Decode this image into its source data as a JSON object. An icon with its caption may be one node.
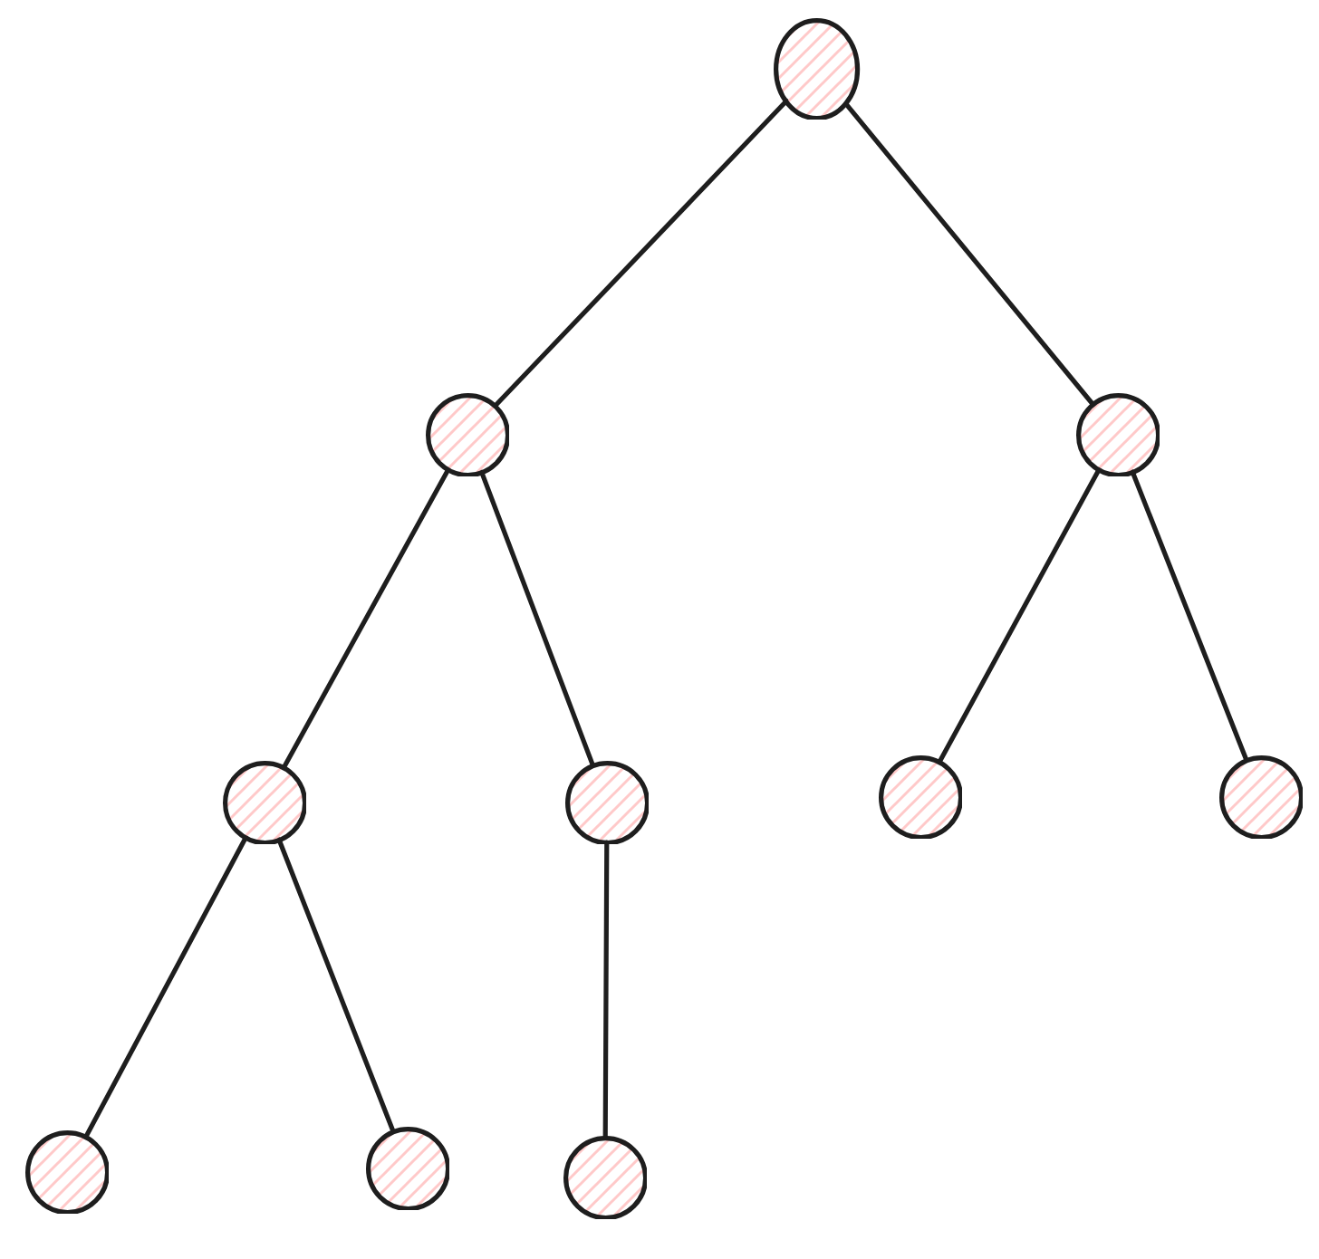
{
  "diagram": {
    "nodes": [
      {
        "text": [],
        "shape": "circle"
      },
      {
        "text": [],
        "shape": "circle"
      },
      {
        "text": [],
        "shape": "circle"
      },
      {
        "text": [],
        "shape": "circle"
      },
      {
        "text": [],
        "shape": "circle"
      },
      {
        "text": [],
        "shape": "circle"
      },
      {
        "text": [],
        "shape": "circle"
      },
      {
        "text": [],
        "shape": "circle"
      },
      {
        "text": [],
        "shape": "circle"
      },
      {
        "text": [],
        "shape": "circle"
      }
    ],
    "edges": [
      {
        "from": 0,
        "to": 1,
        "arrow": "none"
      },
      {
        "from": 0,
        "to": 2,
        "arrow": "none"
      },
      {
        "from": 1,
        "to": 3,
        "arrow": "none"
      },
      {
        "from": 1,
        "to": 4,
        "arrow": "none"
      },
      {
        "from": 2,
        "to": 5,
        "arrow": "none"
      },
      {
        "from": 2,
        "to": 6,
        "arrow": "none"
      },
      {
        "from": 3,
        "to": 7,
        "arrow": "none"
      },
      {
        "from": 3,
        "to": 8,
        "arrow": "none"
      },
      {
        "from": 4,
        "to": 9,
        "arrow": "none"
      }
    ]
  }
}
